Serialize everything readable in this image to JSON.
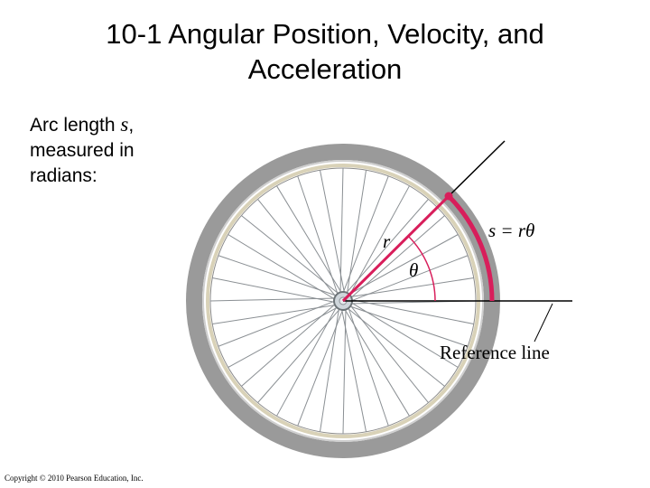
{
  "slide": {
    "title_line1": "10-1 Angular Position, Velocity, and",
    "title_line2": "Acceleration",
    "body_line1_prefix": "Arc length ",
    "body_symbol": "s",
    "body_line1_suffix": ",",
    "body_line2": "measured in",
    "body_line3": "radians:",
    "copyright": "Copyright © 2010 Pearson Education, Inc."
  },
  "figure": {
    "label_r": "r",
    "label_theta": "θ",
    "label_arc": "s = rθ",
    "label_reference": "Reference line",
    "arc_color": "#d81e5b",
    "rim_color": "#9a9a9a",
    "spoke_count": 36
  }
}
